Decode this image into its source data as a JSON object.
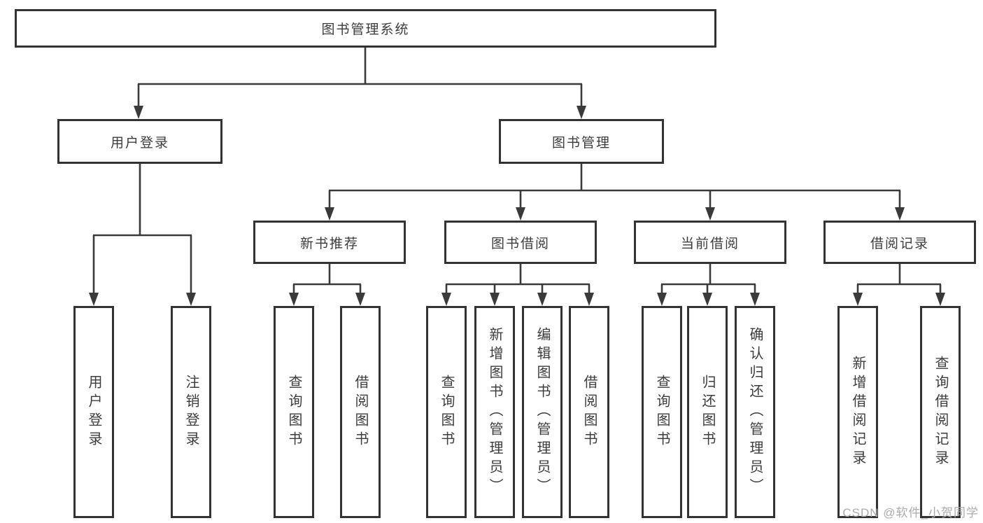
{
  "diagram": {
    "root": {
      "label": "图书管理系统"
    },
    "user_branch": {
      "label": "用户登录",
      "children": [
        {
          "label": "用户登录"
        },
        {
          "label": "注销登录"
        }
      ]
    },
    "book_branch": {
      "label": "图书管理",
      "groups": [
        {
          "label": "新书推荐",
          "children": [
            {
              "label": "查询图书"
            },
            {
              "label": "借阅图书"
            }
          ]
        },
        {
          "label": "图书借阅",
          "children": [
            {
              "label": "查询图书"
            },
            {
              "label": "新增图书（管理员）"
            },
            {
              "label": "编辑图书（管理员）"
            },
            {
              "label": "借阅图书"
            }
          ]
        },
        {
          "label": "当前借阅",
          "children": [
            {
              "label": "查询图书"
            },
            {
              "label": "归还图书"
            },
            {
              "label": "确认归还（管理员）"
            }
          ]
        },
        {
          "label": "借阅记录",
          "children": [
            {
              "label": "新增借阅记录"
            },
            {
              "label": "查询借阅记录"
            }
          ]
        }
      ]
    }
  },
  "watermark": {
    "text": "CSDN @软件_小贺同学"
  },
  "colors": {
    "line": "#3a3a3a",
    "border": "#333333",
    "text": "#3c3c3c",
    "background": "#ffffff",
    "watermark": "#ababab"
  }
}
